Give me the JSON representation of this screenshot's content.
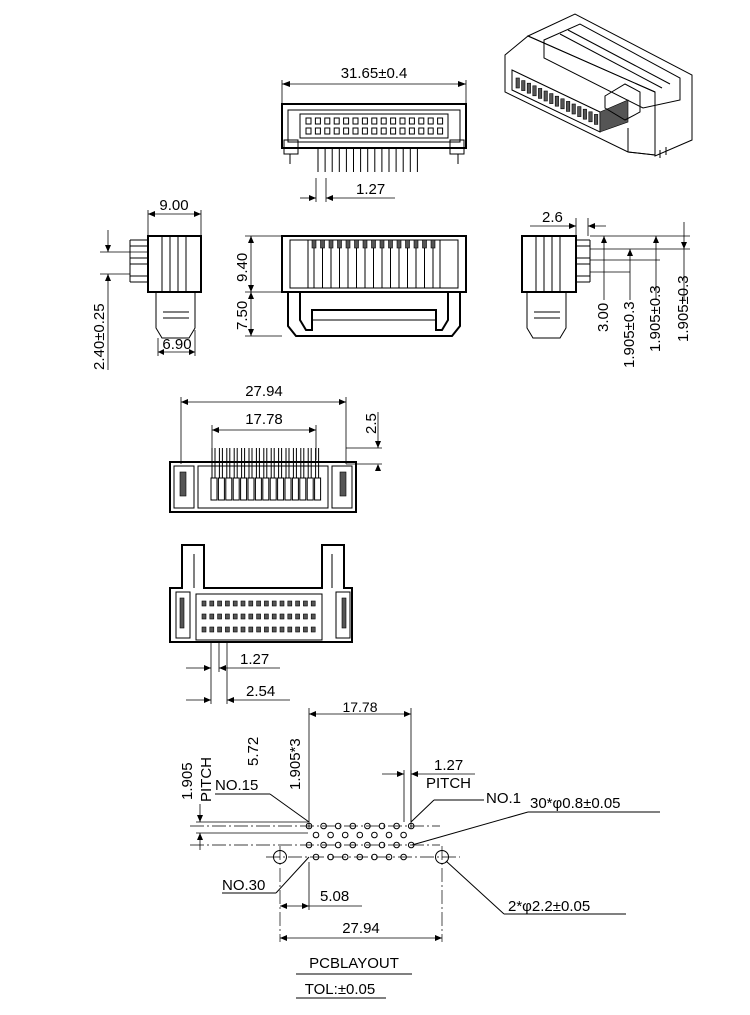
{
  "dimensions": {
    "overall_width": "31.65±0.4",
    "top_pitch": "1.27",
    "side_width": "9.00",
    "upper_height": "9.40",
    "lower_height": "7.50",
    "offset_vertical": "2.40±0.25",
    "tail_width": "6.90",
    "right_offset": "2.6",
    "right_3": "3.00",
    "right_1905_a": "1.905±0.3",
    "right_1905_b": "1.905±0.3",
    "right_1905_c": "1.905±0.3",
    "row_span": "27.94",
    "pin_span": "17.78",
    "pin_height": "2.5",
    "rear_pitch": "1.27",
    "rear_double_pitch": "2.54"
  },
  "pcb_layout": {
    "span_1778": "17.78",
    "height_572": "5.72",
    "height_1905x3": "1.905*3",
    "row_pitch_value": "1.905",
    "row_pitch_word": "PITCH",
    "col_pitch_value": "1.27",
    "col_pitch_word": "PITCH",
    "no15": "NO.15",
    "no1": "NO.1",
    "no30": "NO.30",
    "hole_small": "30*φ0.8±0.05",
    "hole_large": "2*φ2.2±0.05",
    "span_508": "5.08",
    "span_2794": "27.94",
    "title": "PCBLAYOUT",
    "tolerance": "TOL:±0.05"
  }
}
